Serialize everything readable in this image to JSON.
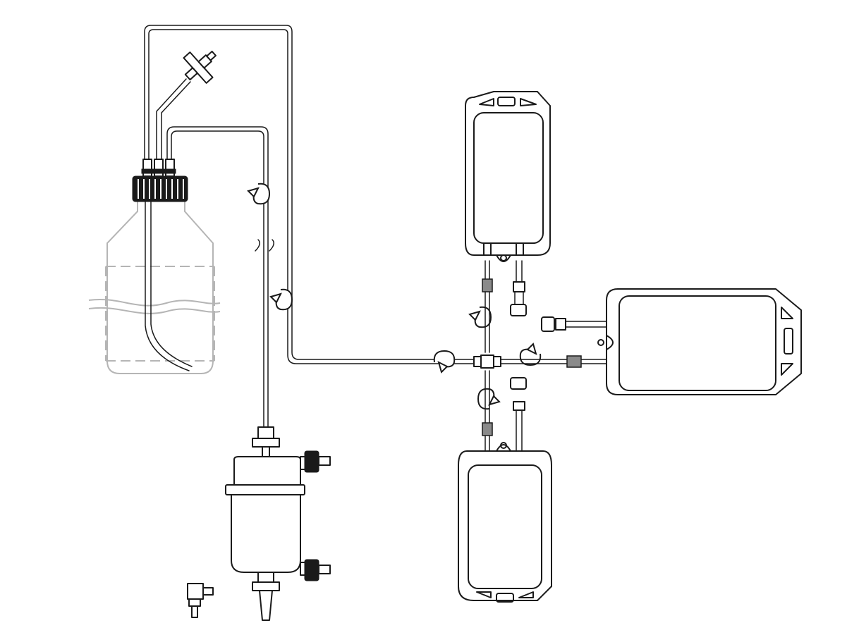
{
  "diagram": {
    "colors": {
      "line": "#1a1a1a",
      "bottle_ghost": "#b5b5b5",
      "sleeve": "#8a8a8a",
      "background": "#ffffff"
    },
    "components": [
      {
        "id": "media-bottle",
        "kind": "bottle",
        "style": "transparent outline"
      },
      {
        "id": "bottle-cap",
        "kind": "threaded cap with three tube ports"
      },
      {
        "id": "vent-filter",
        "kind": "syringe filter on bottle cap"
      },
      {
        "id": "roller-clamp",
        "kind": "pinch clamp",
        "count": 6
      },
      {
        "id": "filter-capsule",
        "kind": "capsule filter with two side ports"
      },
      {
        "id": "cross-connector",
        "kind": "four-way connector"
      },
      {
        "id": "blood-bag",
        "kind": "bag",
        "count": 3
      },
      {
        "id": "luer-cap",
        "kind": "port cap",
        "count": 3
      },
      {
        "id": "spare-connector",
        "kind": "loose connector"
      }
    ],
    "connections": [
      [
        "bottle-cap",
        "cross-connector"
      ],
      [
        "bottle-cap",
        "filter-capsule"
      ],
      [
        "cross-connector",
        "blood-bag-top"
      ],
      [
        "cross-connector",
        "blood-bag-bottom"
      ],
      [
        "cross-connector",
        "blood-bag-right"
      ]
    ]
  }
}
